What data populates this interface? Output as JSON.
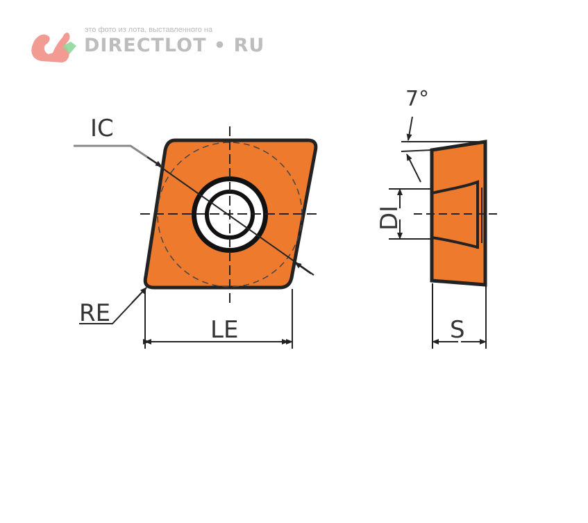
{
  "watermark": {
    "caption": "это фото из лота, выставленного на",
    "brand": "DIRECTLOT • RU"
  },
  "labels": {
    "ic": "IC",
    "re": "RE",
    "le": "LE",
    "di": "DI",
    "s": "S",
    "angle": "7°"
  },
  "colors": {
    "insert_fill": "#ee7a2e",
    "outline": "#222222",
    "watermark_red": "#f08a80",
    "watermark_green": "#8fd89a"
  }
}
